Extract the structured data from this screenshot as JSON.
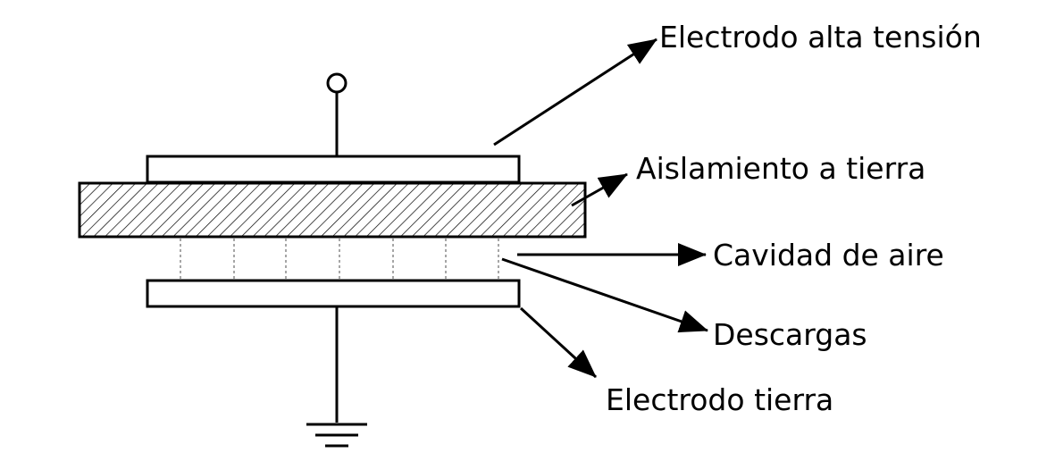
{
  "labels": {
    "high_voltage_electrode": "Electrodo alta tensión",
    "ground_insulation": "Aislamiento a tierra",
    "air_cavity": "Cavidad de aire",
    "discharges": "Descargas",
    "ground_electrode": "Electrodo tierra"
  },
  "colors": {
    "stroke": "#000000",
    "background": "#ffffff",
    "discharge_line": "#888888"
  }
}
